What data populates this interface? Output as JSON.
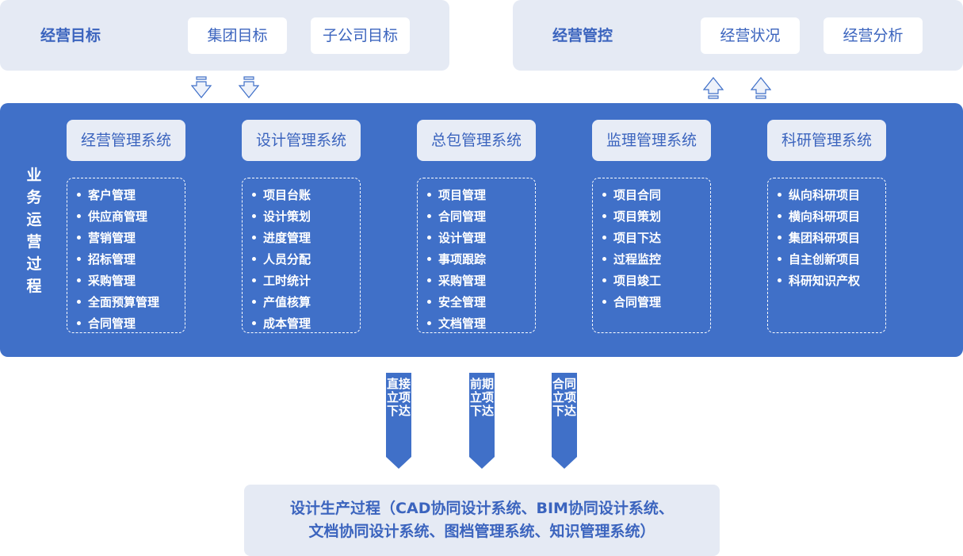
{
  "goals": {
    "title": "经营目标",
    "items": [
      "集团目标",
      "子公司目标"
    ]
  },
  "control": {
    "title": "经营管控",
    "items": [
      "经营状况",
      "经营分析"
    ]
  },
  "business": {
    "label": "业务运营过程",
    "systems": [
      {
        "title": "经营管理系统",
        "items": [
          "客户管理",
          "供应商管理",
          "营销管理",
          "招标管理",
          "采购管理",
          "全面预算管理",
          "合同管理"
        ]
      },
      {
        "title": "设计管理系统",
        "items": [
          "项目台账",
          "设计策划",
          "进度管理",
          "人员分配",
          "工时统计",
          "产值核算",
          "成本管理"
        ]
      },
      {
        "title": "总包管理系统",
        "items": [
          "项目管理",
          "合同管理",
          "设计管理",
          "事项跟踪",
          "采购管理",
          "安全管理",
          "文档管理"
        ]
      },
      {
        "title": "监理管理系统",
        "items": [
          "项目合同",
          "项目策划",
          "项目下达",
          "过程监控",
          "项目竣工",
          "合同管理"
        ]
      },
      {
        "title": "科研管理系统",
        "items": [
          "纵向科研项目",
          "横向科研项目",
          "集团科研项目",
          "自主创新项目",
          "科研知识产权"
        ]
      }
    ]
  },
  "flows": [
    "直接立项下达",
    "前期立项下达",
    "合同立项下达"
  ],
  "production": {
    "line1": "设计生产过程（CAD协同设计系统、BIM协同设计系统、",
    "line2": "文档协同设计系统、图档管理系统、知识管理系统）"
  },
  "colors": {
    "primary": "#4070c8",
    "panel": "#e5eaf4",
    "text": "#3b64be"
  }
}
